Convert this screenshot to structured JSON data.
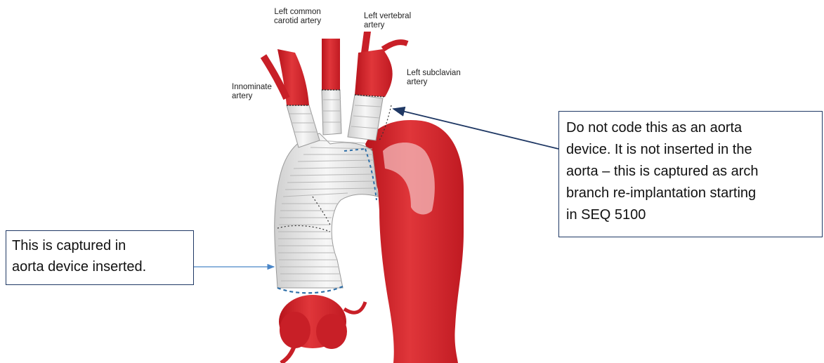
{
  "labels": {
    "left_common_carotid": [
      "Left common",
      "carotid artery"
    ],
    "left_vertebral": [
      "Left vertebral",
      "artery"
    ],
    "left_subclavian": [
      "Left subclavian",
      "artery"
    ],
    "innominate": [
      "Innominate",
      "artery"
    ]
  },
  "callouts": {
    "right": {
      "lines": [
        "Do not code this as an aorta",
        "device. It is not inserted in the",
        "aorta – this is captured as arch",
        "branch re-implantation starting",
        "in SEQ 5100"
      ]
    },
    "left": {
      "lines": [
        "This is captured in",
        "aorta device inserted."
      ]
    }
  },
  "colors": {
    "artery_red": "#d8292f",
    "artery_dark": "#a8141c",
    "graft_white": "#ececec",
    "suture_blue": "#2e6fa8",
    "arrow_navy": "#1f3864",
    "box_border": "#1f3864"
  }
}
